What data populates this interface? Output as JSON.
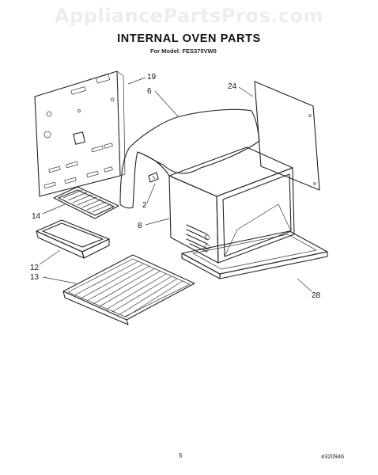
{
  "watermark": "AppliancePartsPros.com",
  "header": {
    "title": "INTERNAL OVEN PARTS",
    "subtitle": "For Model: FES375VW0"
  },
  "callouts": [
    "19",
    "6",
    "24",
    "14",
    "2",
    "8",
    "12",
    "13",
    "28"
  ],
  "footer": {
    "page_number": "5",
    "document_number": "4320946"
  }
}
